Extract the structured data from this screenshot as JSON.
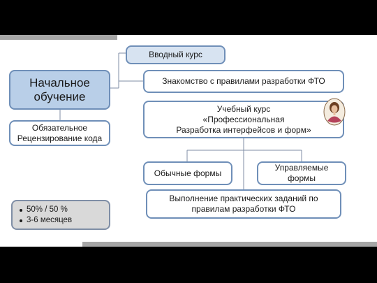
{
  "diagram": {
    "main_box": {
      "line1": "Начальное",
      "line2": "обучение"
    },
    "intro_course": "Вводный курс",
    "rules_acquaintance": "Знакомство с правилами разработки ФТО",
    "training_course": {
      "line1": "Учебный курс",
      "line2": "«Профессиональная",
      "line3": "Разработка интерфейсов и форм»"
    },
    "mandatory_review": {
      "line1": "Обязательное",
      "line2": "Рецензирование кода"
    },
    "regular_forms": "Обычные формы",
    "managed_forms": {
      "line1": "Управляемые",
      "line2": "формы"
    },
    "practical_tasks": {
      "line1": "Выполнение практических заданий по",
      "line2": "правилам разработки ФТО"
    },
    "notes": [
      "50% / 50 %",
      "3-6 месяцев"
    ]
  },
  "colors": {
    "main_fill": "#b9cfe8",
    "intro_fill": "#d7e3f1",
    "border": "#6f8fb8",
    "note_fill": "#d9d9d9",
    "connector": "#7f8ea6",
    "frame_bars": "#a6a6a6"
  },
  "icons": [
    "portrait-icon"
  ]
}
